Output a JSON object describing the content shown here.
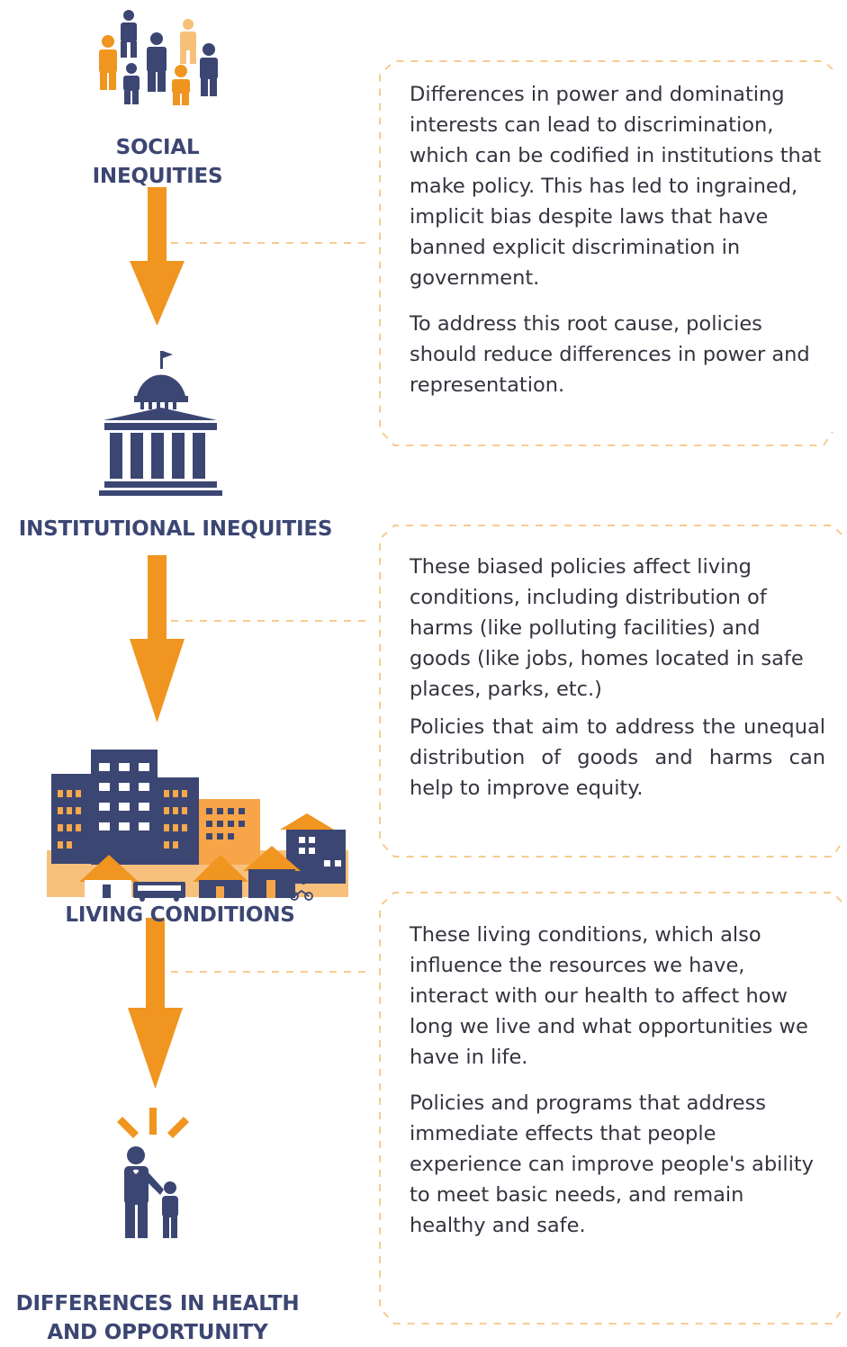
{
  "stages": [
    {
      "id": "social",
      "label": "SOCIAL INEQUITIES",
      "icon": "people-group-icon"
    },
    {
      "id": "institutional",
      "label": "INSTITUTIONAL INEQUITIES",
      "icon": "government-building-icon"
    },
    {
      "id": "living",
      "label": "LIVING CONDITIONS",
      "icon": "city-buildings-icon"
    },
    {
      "id": "differences",
      "label_lines": [
        "DIFFERENCES IN HEALTH",
        "AND OPPORTUNITY"
      ],
      "icon": "parent-child-icon"
    }
  ],
  "boxes": [
    {
      "paragraphs": [
        "Differences in power and dominating interests can lead to discrimination, which can be codified in institutions that make policy. This has led to ingrained, implicit bias despite laws that have banned explicit discrimination in government.",
        "To address this root cause, policies should reduce differences in power and representation."
      ]
    },
    {
      "paragraphs": [
        "These biased policies affect living conditions, including distribution of harms (like polluting facilities) and goods (like jobs, homes located in safe places, parks, etc.)",
        "Policies that aim to address the unequal distribution of goods and harms can help to improve equity."
      ]
    },
    {
      "paragraphs": [
        "These living conditions, which also influence the resources we have, interact with our health to affect how long we live and what opportunities we have in life.",
        "Policies and programs that address immediate effects that people experience can improve people's ability to meet basic needs, and remain healthy and safe."
      ]
    }
  ],
  "colors": {
    "orange": "#f0951f",
    "light_orange": "#f7c07d",
    "navy": "#3c4673",
    "dashed": "#f6cc8e",
    "text": "#34343f"
  }
}
